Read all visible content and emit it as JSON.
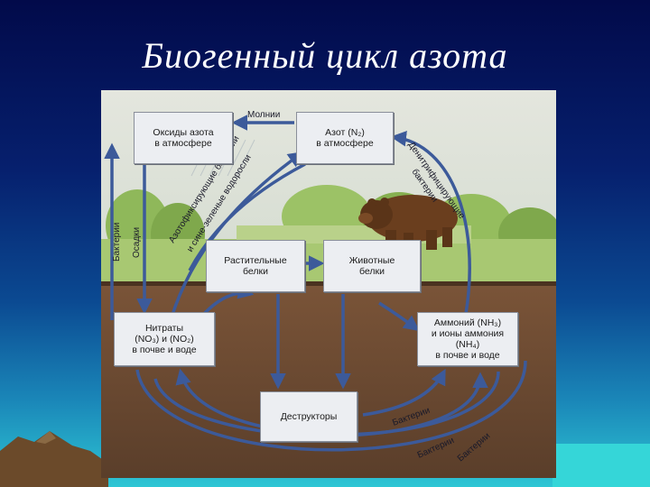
{
  "slide": {
    "title": "Биогенный цикл азота"
  },
  "nodes": {
    "oxides": [
      "Оксиды азота",
      "в атмосфере"
    ],
    "nitrogen": [
      "Азот (N₂)",
      "в атмосфере"
    ],
    "plant_proteins": [
      "Растительные",
      "белки"
    ],
    "animal_proteins": [
      "Животные",
      "белки"
    ],
    "nitrates": [
      "Нитраты",
      "(NO₃) и (NO₂)",
      "в почве и воде"
    ],
    "ammonium": [
      "Аммоний (NH₃)",
      "и ионы аммония",
      "(NH₄)",
      "в почве и воде"
    ],
    "destructors": [
      "Деструкторы"
    ]
  },
  "labels": {
    "lightning": "Молнии",
    "bacteria_left": "Бактерии",
    "precipitation": "Осадки",
    "fixing_bacteria": "Азотофиксирующие бактерии",
    "blue_green_algae": "и сине-зеленые водоросли",
    "denitrifying": "Денитрифицирующие",
    "bacteria_denit": "бактерии",
    "bacteria_1": "Бактерии",
    "bacteria_2": "Бактерии",
    "bacteria_3": "Бактерии"
  },
  "colors": {
    "arrow": "#3c5a9a",
    "sky": "#dfe6e4",
    "soil": "#6a4a32",
    "vegetation": "#8fb85a"
  }
}
